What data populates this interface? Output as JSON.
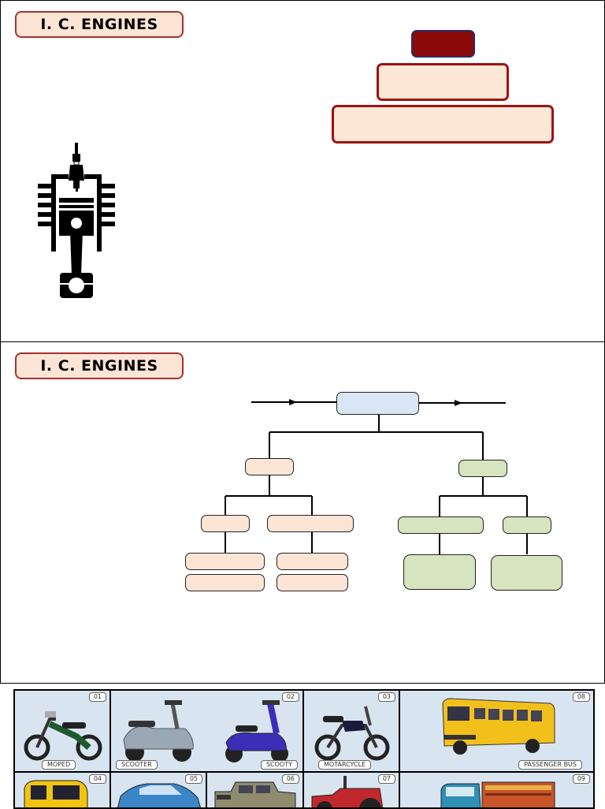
{
  "slides": [
    {
      "title": "I. C. ENGINES"
    },
    {
      "title": "I. C. ENGINES"
    }
  ],
  "icons": {
    "engine": "piston-spark-plug-icon"
  },
  "colors": {
    "title_border": "#a63030",
    "title_fill": "#fde5d6",
    "pyramid_top": "#8b0a0a",
    "pyramid_border": "#a01010",
    "node_blue": "#dbe6f4",
    "node_peach": "#fde5d6",
    "node_green": "#d6e4bf",
    "strip_bg": "#c9d7ea"
  },
  "vehicles": [
    {
      "number": "01",
      "label": "MOPED",
      "icon": "moped-icon"
    },
    {
      "number": "02",
      "label": "SCOOTER",
      "icon": "scooter-icon"
    },
    {
      "number": "02",
      "label": "SCOOTY",
      "icon": "scooty-icon"
    },
    {
      "number": "03",
      "label": "MOTARCYCLE",
      "icon": "motorcycle-icon"
    },
    {
      "number": "08",
      "label": "PASSENGER BUS",
      "icon": "bus-icon"
    },
    {
      "number": "04",
      "label": "",
      "icon": "auto-rickshaw-icon"
    },
    {
      "number": "05",
      "label": "",
      "icon": "car-icon"
    },
    {
      "number": "06",
      "label": "",
      "icon": "jeep-icon"
    },
    {
      "number": "07",
      "label": "",
      "icon": "tractor-icon"
    },
    {
      "number": "09",
      "label": "",
      "icon": "truck-icon"
    }
  ]
}
